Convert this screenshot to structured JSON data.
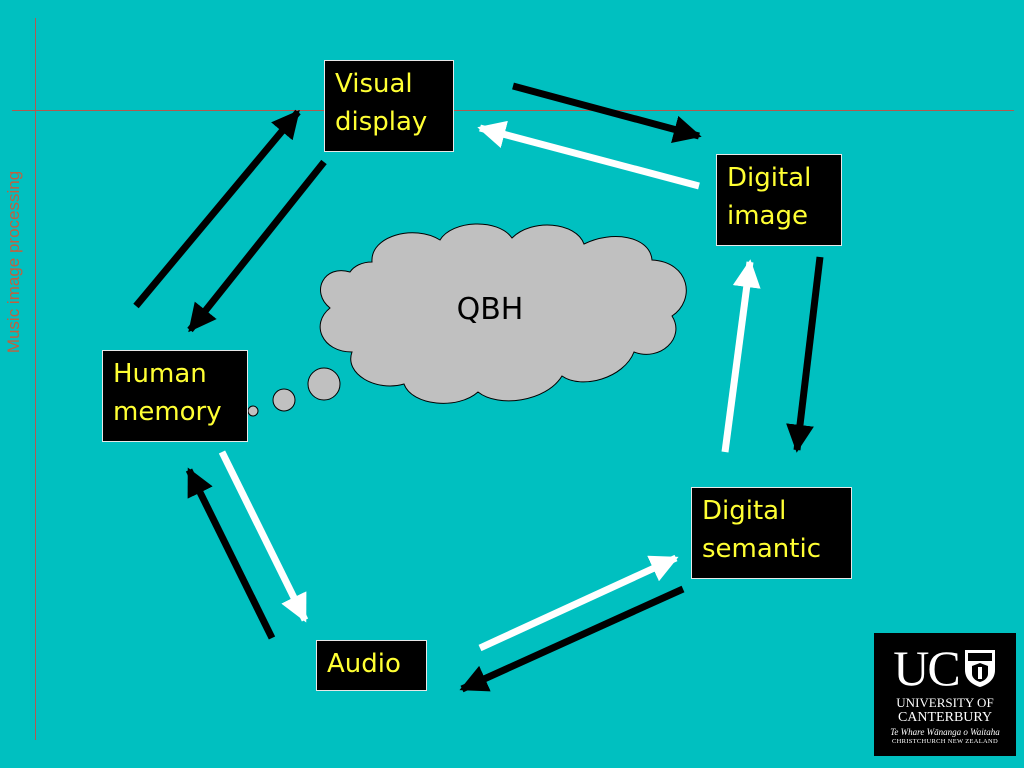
{
  "slide": {
    "side_title": "Music image processing"
  },
  "nodes": {
    "visual_display": {
      "line1": "Visual",
      "line2": "display"
    },
    "digital_image": {
      "line1": "Digital",
      "line2": "image"
    },
    "human_memory": {
      "line1": "Human",
      "line2": "memory"
    },
    "digital_semantic": {
      "line1": "Digital",
      "line2": "semantic"
    },
    "audio": {
      "line1": "Audio"
    }
  },
  "cloud": {
    "label": "QBH"
  },
  "logo": {
    "letters": "UC",
    "line1": "UNIVERSITY OF",
    "line2": "CANTERBURY",
    "line3": "Te Whare Wānanga o Waitaha",
    "line4": "CHRISTCHURCH NEW ZEALAND"
  },
  "colors": {
    "background": "#00C0C0",
    "node_fill": "#000000",
    "node_text": "#FFFF33",
    "arrow_dark": "#000000",
    "arrow_light": "#FFFFFF",
    "cloud_fill": "#C0C0C0",
    "accent_line": "#B05A50"
  }
}
